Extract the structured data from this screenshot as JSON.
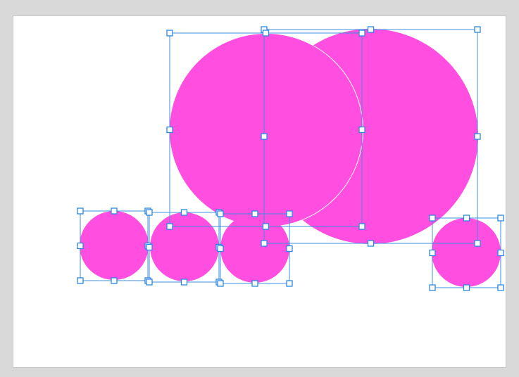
{
  "canvas": {
    "background": "#d9d9d9",
    "artboard_color": "#ffffff",
    "artboard_border": "#c8c8c8"
  },
  "style": {
    "shape_fill": "#ff4ee0",
    "selection_color": "#3d8fe0",
    "handle_fill": "#ffffff"
  },
  "shapes": [
    {
      "name": "large-circle-right",
      "type": "circle",
      "selected": true
    },
    {
      "name": "large-circle-left",
      "type": "circle",
      "selected": true
    },
    {
      "name": "small-circle-1",
      "type": "circle",
      "selected": true
    },
    {
      "name": "small-circle-2",
      "type": "circle",
      "selected": true
    },
    {
      "name": "small-circle-3",
      "type": "circle",
      "selected": true
    },
    {
      "name": "small-circle-4",
      "type": "circle",
      "selected": true
    }
  ]
}
